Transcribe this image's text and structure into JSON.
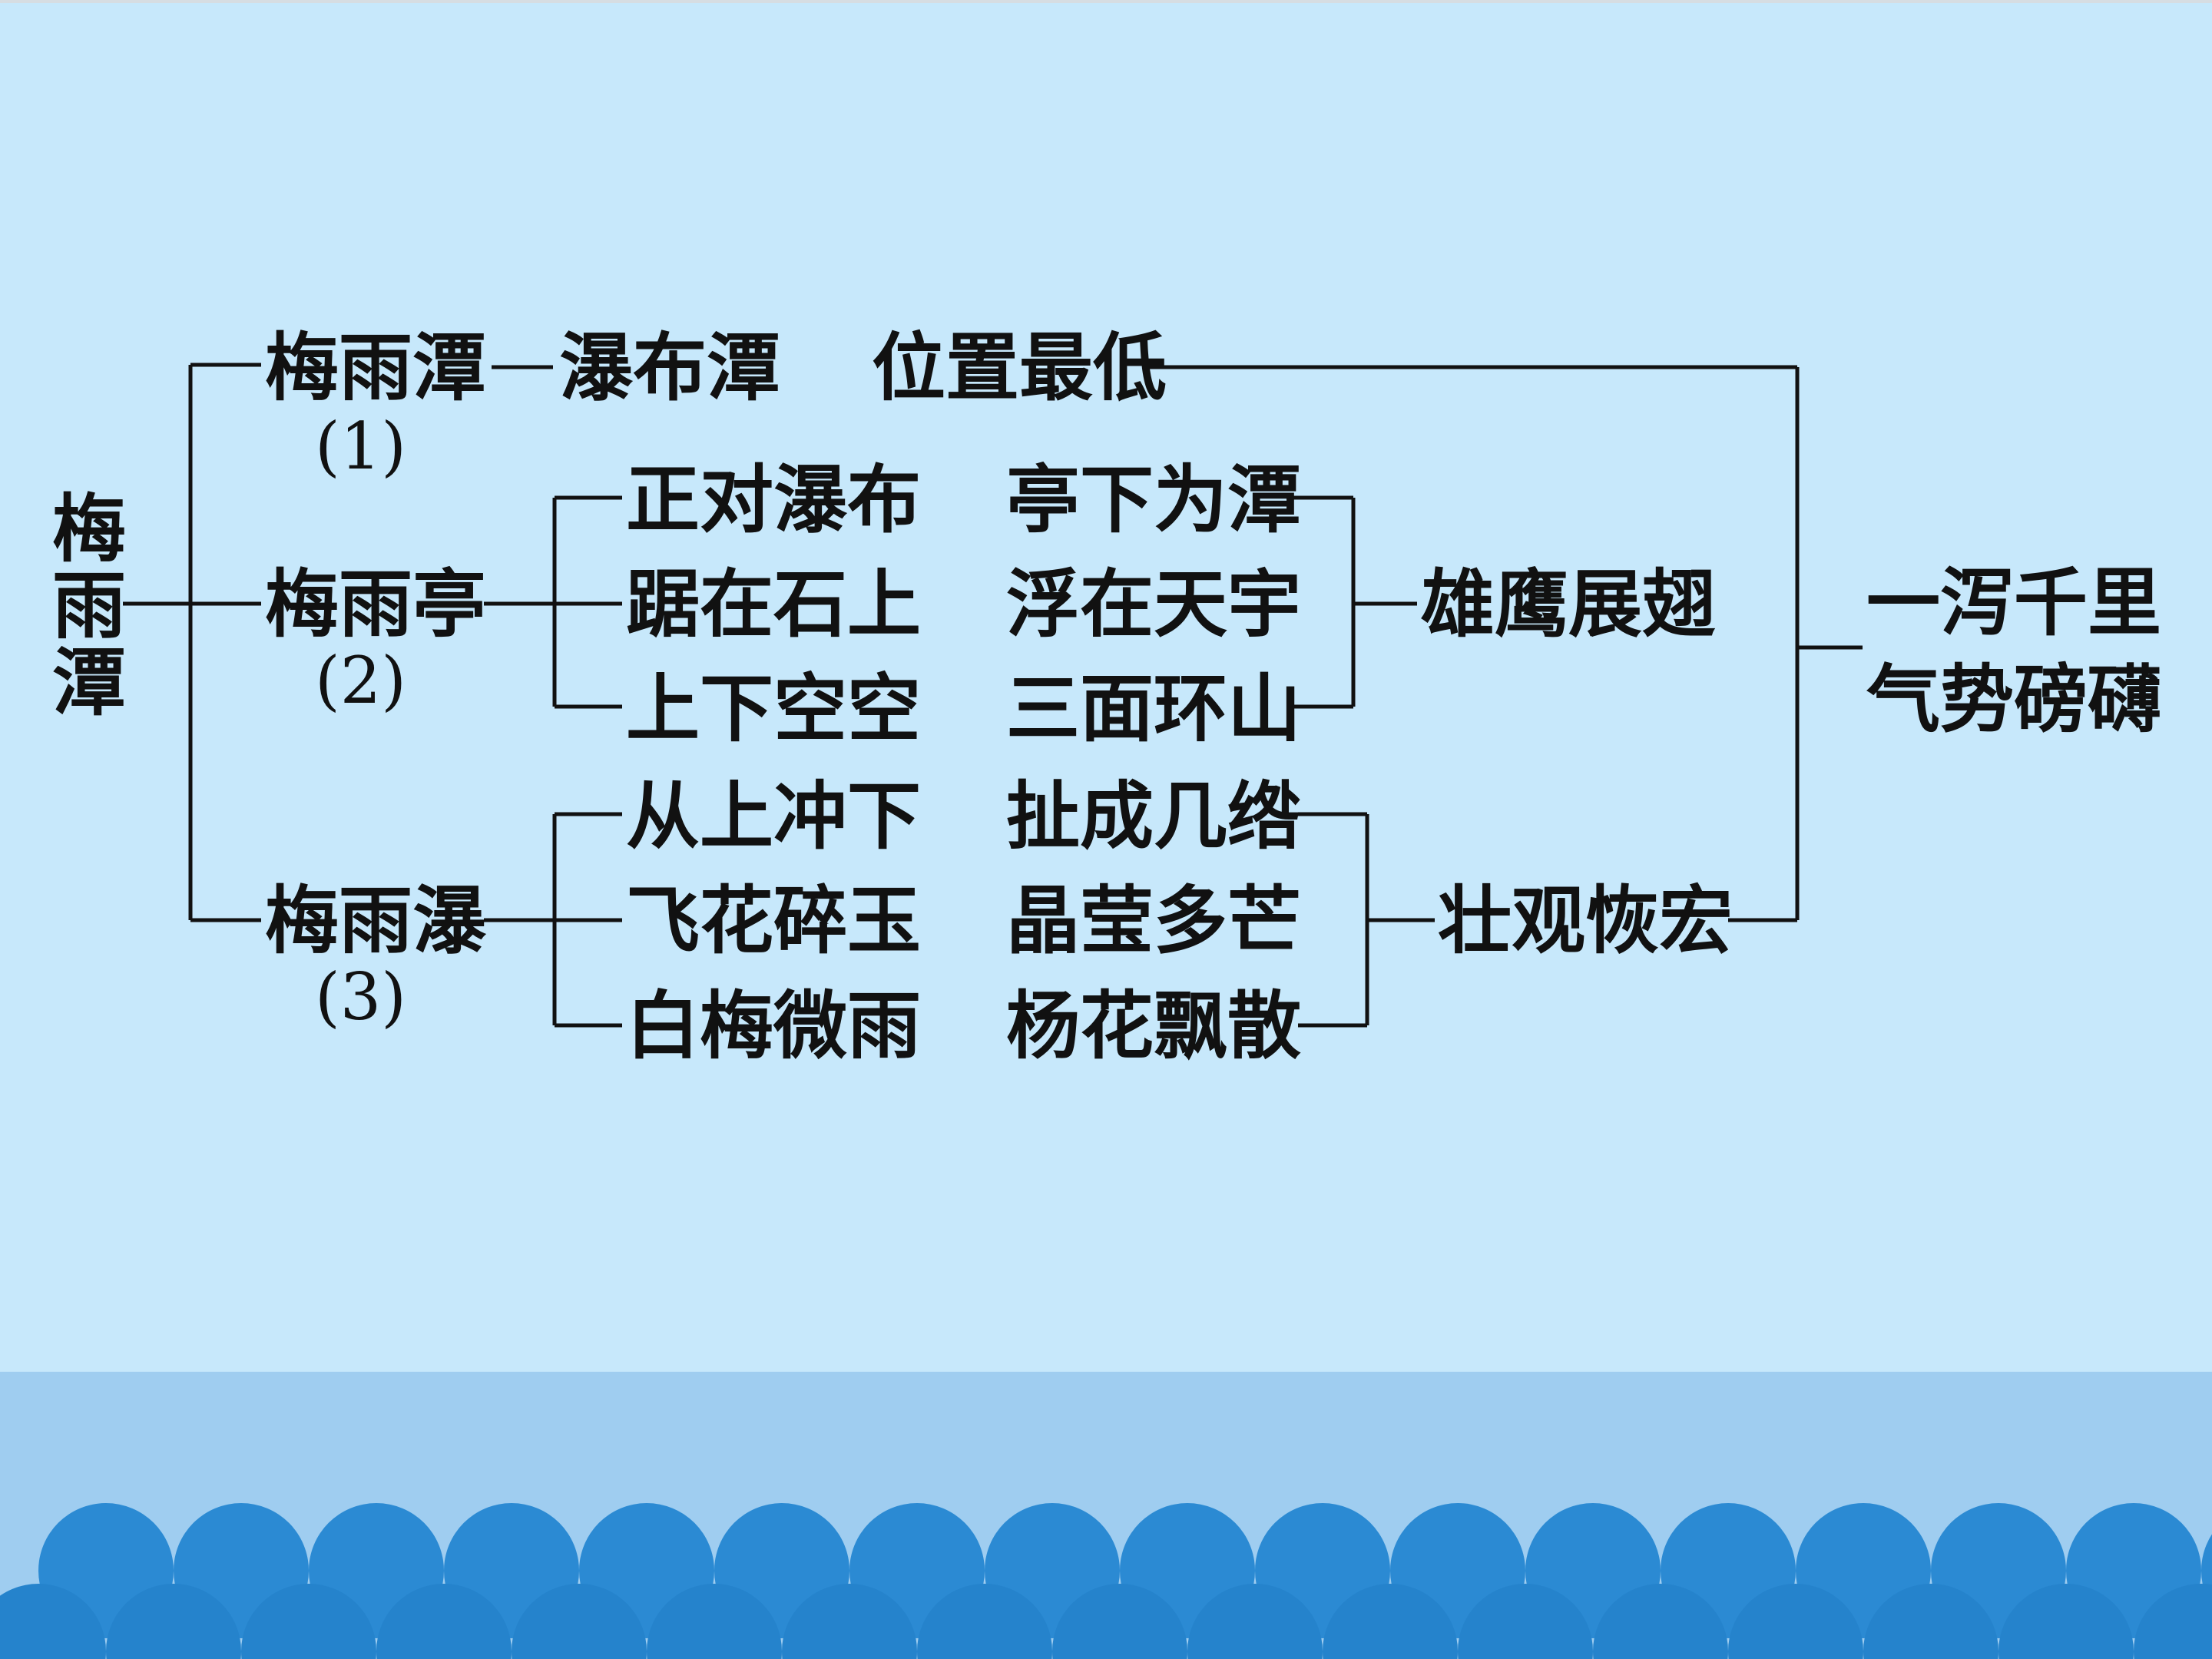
{
  "root": {
    "char1": "梅",
    "char2": "雨",
    "char3": "潭"
  },
  "branches": [
    {
      "title": "梅雨潭",
      "num": "(1)",
      "items_left": [
        "瀑布潭"
      ],
      "items_right": [
        "位置最低"
      ],
      "summary": ""
    },
    {
      "title": "梅雨亭",
      "num": "(2)",
      "items_left": [
        "正对瀑布",
        "踞在石上",
        "上下空空"
      ],
      "items_right": [
        "亭下为潭",
        "浮在天宇",
        "三面环山"
      ],
      "summary": "雄鹰展翅"
    },
    {
      "title": "梅雨瀑",
      "num": "(3)",
      "items_left": [
        "从上冲下",
        "飞花碎玉",
        "白梅微雨"
      ],
      "items_right": [
        "扯成几绺",
        "晶莹多芒",
        "杨花飘散"
      ],
      "summary": "壮观恢宏"
    }
  ],
  "conclusion": {
    "line1": "一泻千里",
    "line2": "气势磅礴"
  },
  "colors": {
    "background": "#c7e8fb",
    "band": "#9fcdf0",
    "scale_front": "#2583cc",
    "scale_back": "#2b8ad3",
    "line": "#111111"
  }
}
